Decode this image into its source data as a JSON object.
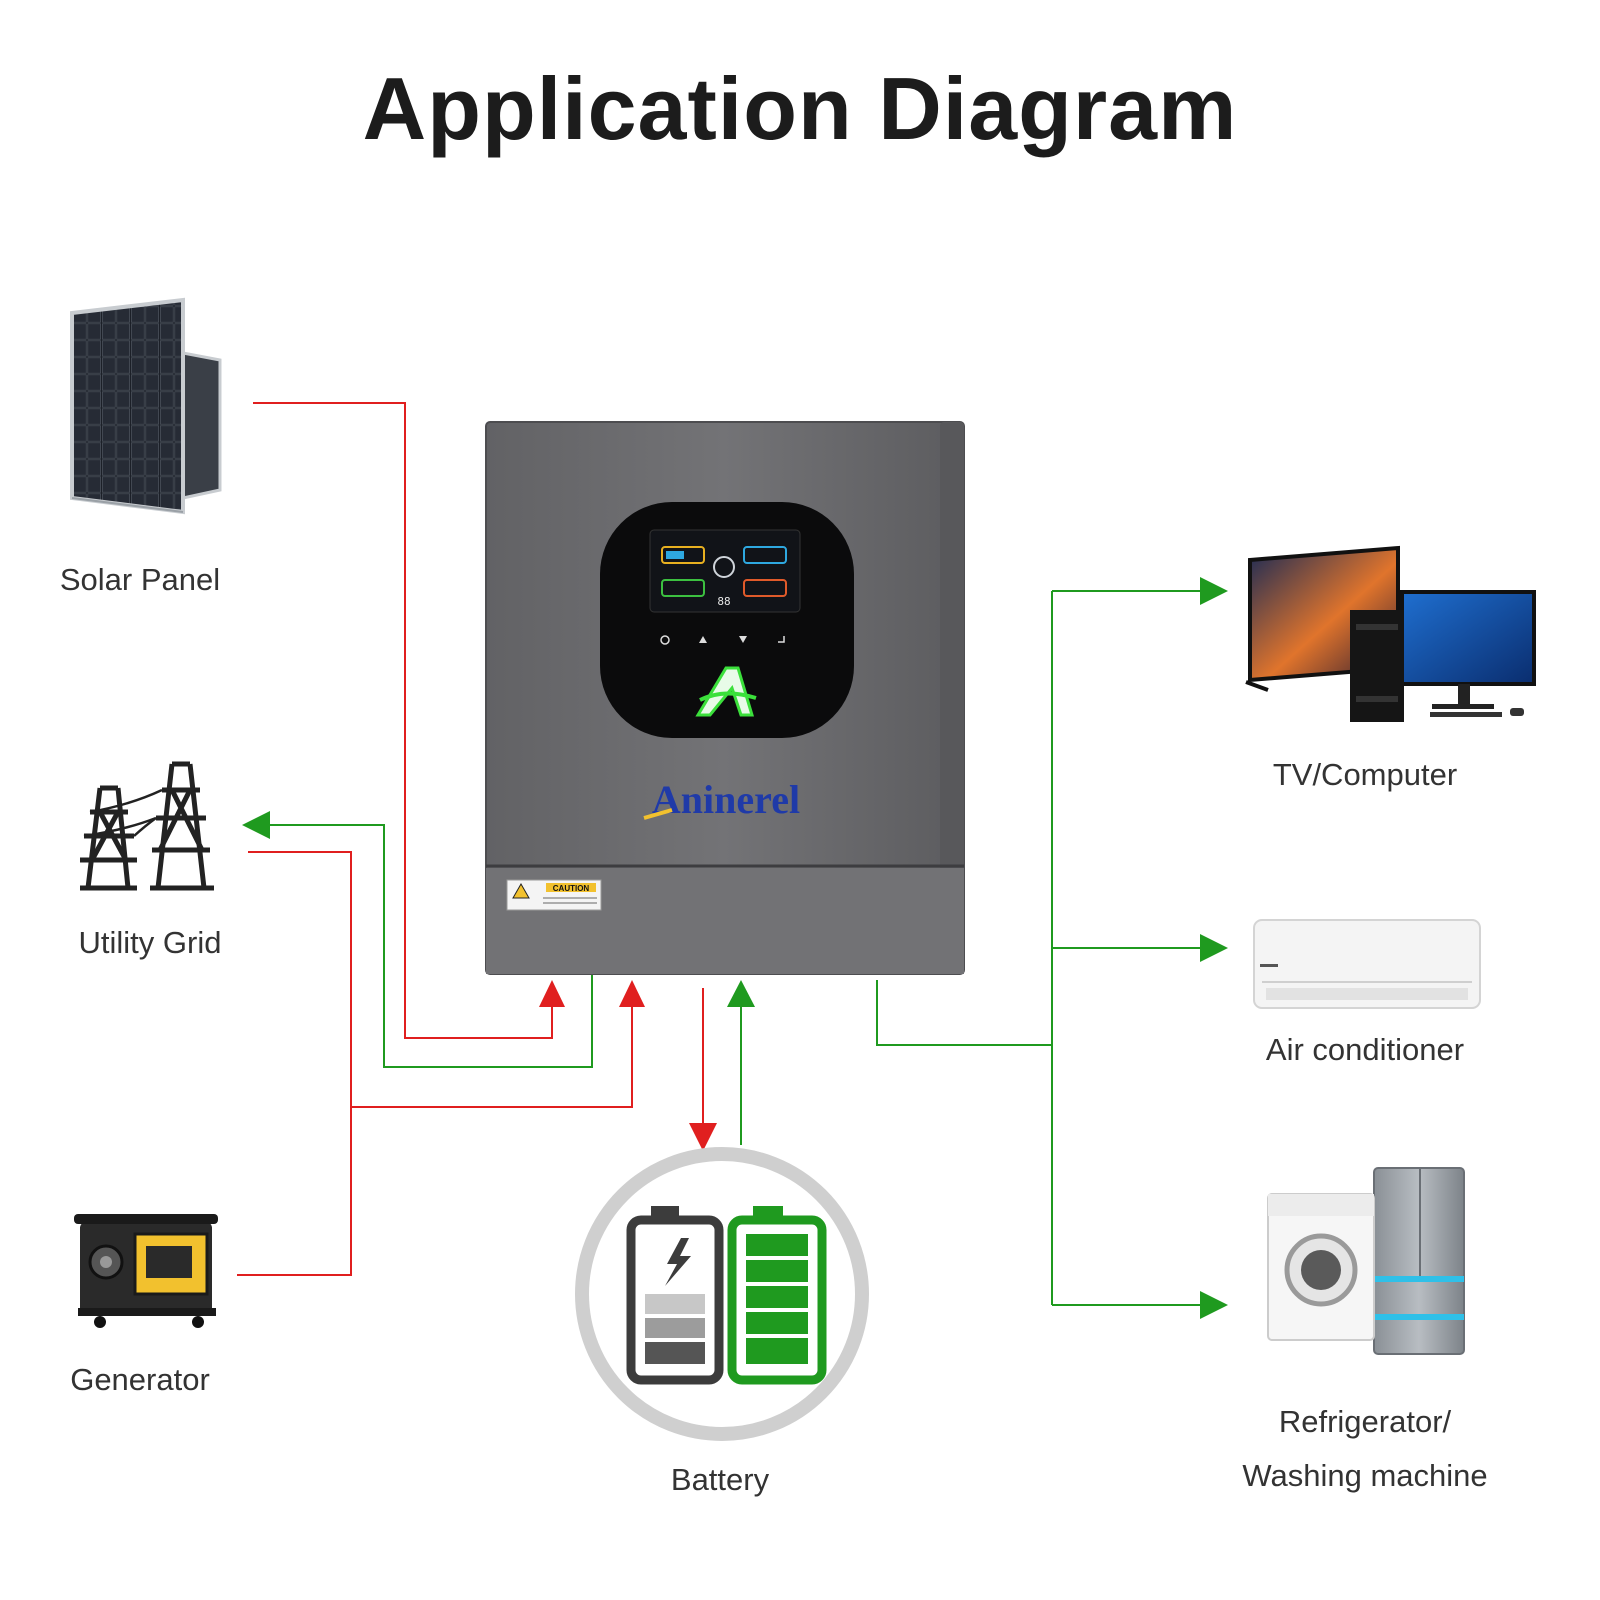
{
  "title": "Application Diagram",
  "sources": {
    "solar_label": "Solar Panel",
    "grid_label": "Utility Grid",
    "generator_label": "Generator"
  },
  "loads": {
    "tv_label": "TV/Computer",
    "ac_label": "Air conditioner",
    "fridge_label_line1": "Refrigerator/",
    "fridge_label_line2": "Washing machine"
  },
  "battery_label": "Battery",
  "inverter": {
    "brand": "Aninerel",
    "caution_text": "CAUTION",
    "display_value": "88"
  },
  "colors": {
    "input_line": "#e01f1f",
    "output_line": "#1f9a1f",
    "inverter_body": "#6e6e70",
    "battery_green": "#1f9a1f"
  },
  "icons": [
    "solar-panel-icon",
    "transmission-tower-icon",
    "generator-icon",
    "inverter-icon",
    "battery-icon",
    "tv-computer-icon",
    "air-conditioner-icon",
    "fridge-washer-icon"
  ]
}
